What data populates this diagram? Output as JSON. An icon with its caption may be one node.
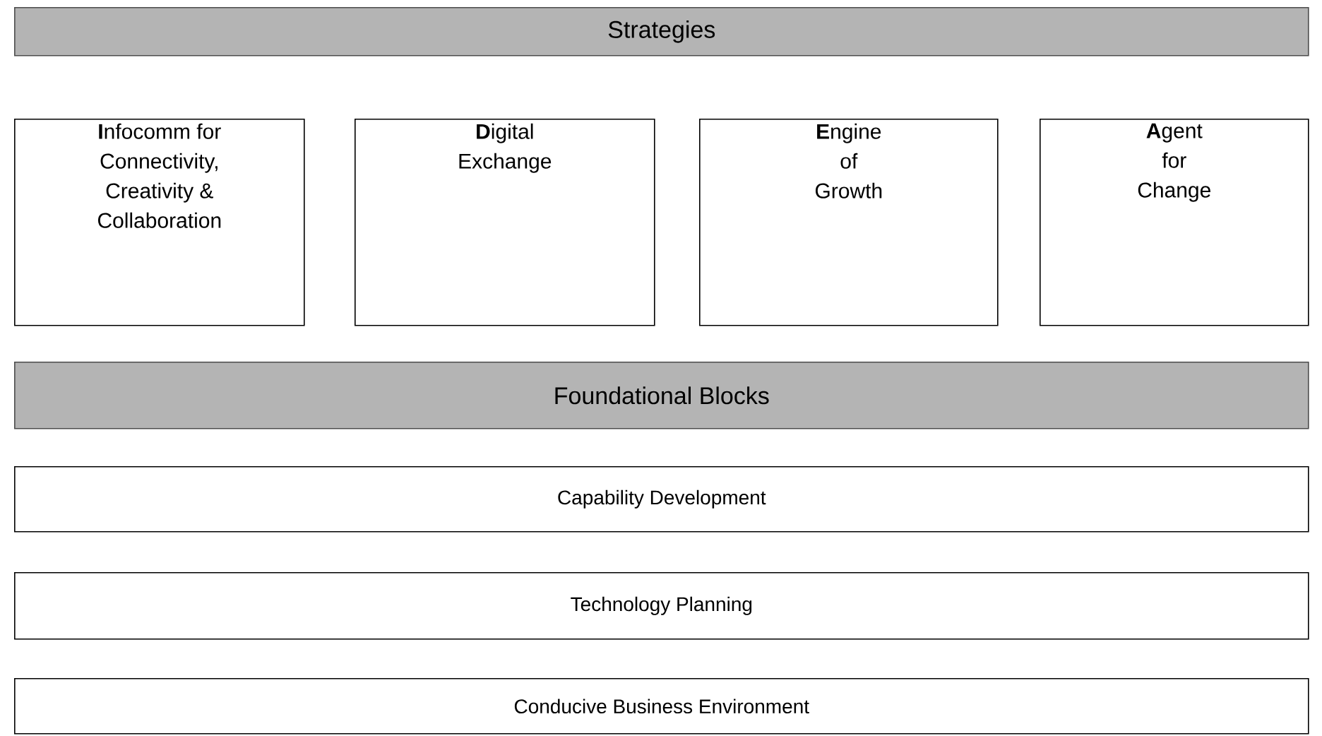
{
  "diagram": {
    "nodes": [
      {
        "text": [
          "Strategies"
        ]
      },
      {
        "text": [
          "**I**nfocomm for Connectivity, Creativity & Collaboration"
        ]
      },
      {
        "text": [
          "**D**igital Exchange"
        ]
      },
      {
        "text": [
          "**E**ngine of Growth"
        ]
      },
      {
        "text": [
          "**A**gent for Change"
        ]
      },
      {
        "text": [
          "Foundational Blocks"
        ]
      },
      {
        "text": [
          "Capability Development"
        ]
      },
      {
        "text": [
          "Technology Planning"
        ]
      },
      {
        "text": [
          "Conducive Business Environment"
        ]
      }
    ]
  }
}
